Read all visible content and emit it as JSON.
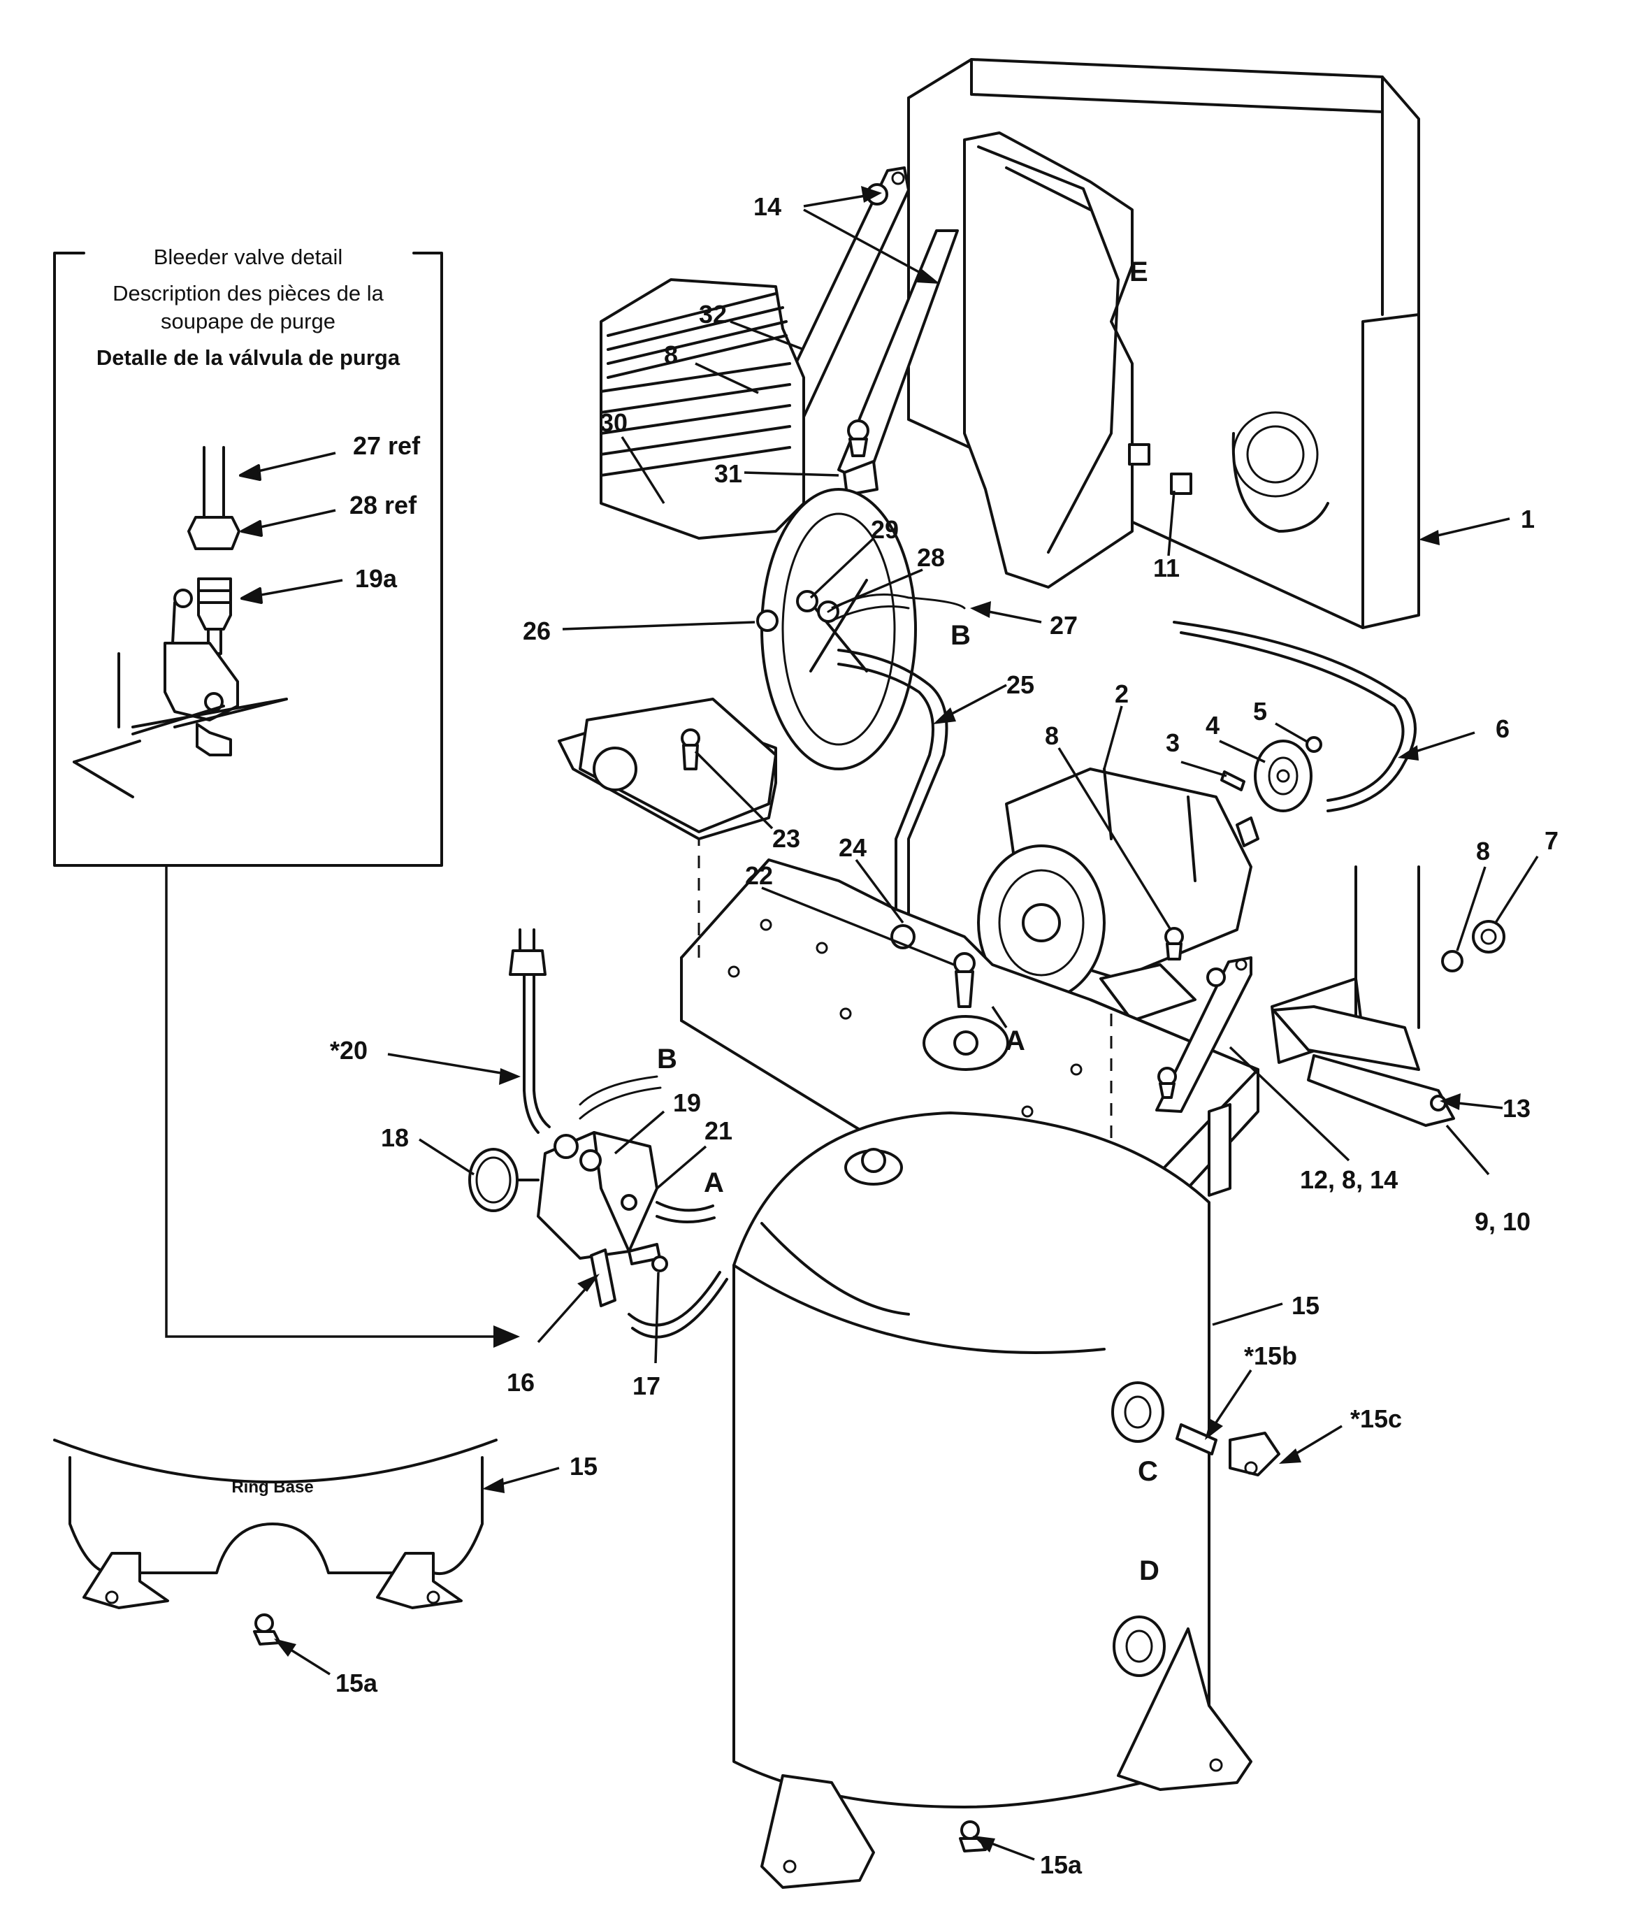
{
  "detail_box": {
    "title": "Bleeder valve detail",
    "line_fr_1": "Description des pièces de la",
    "line_fr_2": "soupape de purge",
    "line_es": "Detalle de la válvula de purga",
    "labels": [
      "27 ref",
      "28 ref",
      "19a"
    ]
  },
  "ring_base": {
    "title": "Ring Base",
    "labels": [
      "15",
      "15a"
    ]
  },
  "part_labels": {
    "p1": "1",
    "p2": "2",
    "p3": "3",
    "p4": "4",
    "p5": "5",
    "p6": "6",
    "p7": "7",
    "p8a": "8",
    "p8b": "8",
    "p8c": "8",
    "p9_10": "9, 10",
    "p11": "11",
    "p12_8_14": "12, 8, 14",
    "p13": "13",
    "p14": "14",
    "p15": "15",
    "p15a": "15a",
    "p15b": "*15b",
    "p15c": "*15c",
    "p16": "16",
    "p17": "17",
    "p18": "18",
    "p19": "19",
    "p20": "*20",
    "p21": "21",
    "p22": "22",
    "p23": "23",
    "p24": "24",
    "p25": "25",
    "p26": "26",
    "p27": "27",
    "p28": "28",
    "p29": "29",
    "p30": "30",
    "p31": "31",
    "p32": "32"
  },
  "connection_letters": {
    "a1": "A",
    "a2": "A",
    "b1": "B",
    "b2": "B",
    "c": "C",
    "d": "D",
    "e": "E"
  }
}
